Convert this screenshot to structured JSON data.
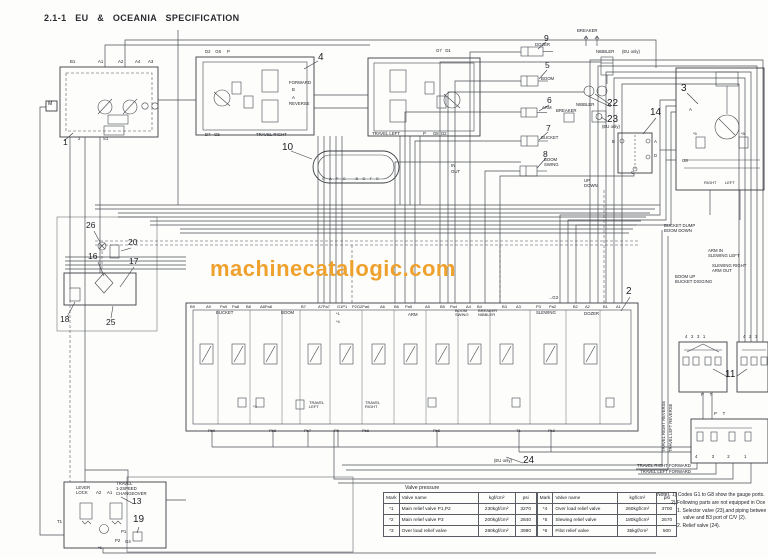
{
  "title": "2.1-1   EU   &   OCEANIA   SPECIFICATION",
  "watermark": "machinecatalogic.com",
  "colors": {
    "accent": "#efa12e",
    "line": "#4b4d54"
  },
  "pump": {
    "callout": "1",
    "motor": "M",
    "b1": "B1",
    "a1": "A1",
    "a2": "A2",
    "a4": "A4",
    "a3": "A3",
    "n2": "2",
    "s1": "S1"
  },
  "travel": {
    "callout": "4",
    "right_label": "TRAVEL RIGHT",
    "left_label": "TRAVEL LEFT",
    "tr_top": "D2    G6     P",
    "tr_bottom": "D7   G5",
    "tl_top": "G7   D1",
    "tl_bottom": "P      G8  D2",
    "forward": "FORWARD",
    "reverse": "REVERSE",
    "b": "B",
    "a": "A"
  },
  "swivel": {
    "callout": "10",
    "ports": "C A P G   B D T E"
  },
  "act": {
    "breaker1": "BREAKER",
    "nibbler1": "NIBBLER",
    "eu1": "(EU only)",
    "c9": "9",
    "dozer": "DOZER",
    "c5": "5",
    "boom": "BOOM",
    "c6": "6",
    "arm": "ARM",
    "breaker2": "BREAKER",
    "nibbler2": "NIBBLER",
    "c22": "22",
    "c23": "23",
    "eu2": "(EU only)",
    "c7": "7",
    "bucket": "BUCKET",
    "c8": "8",
    "boom_swing": "BOOM SWING",
    "up": "UP",
    "down": "DOWN",
    "inp": "IN",
    "outp": "OUT"
  },
  "slew": {
    "callout": "3",
    "a": "A",
    "g8": "G8",
    "right": "RIGHT",
    "left": "LEFT",
    "m5a": "*5",
    "m5b": "*5"
  },
  "sel": {
    "callout": "14",
    "b": "B",
    "a": "A",
    "d": "D",
    "c": "C"
  },
  "pilot": {
    "c26": "26",
    "c20": "20",
    "c16": "16",
    "c17": "17",
    "c18": "18",
    "c25": "25"
  },
  "cv": {
    "callout": "2",
    "g3": "→G3",
    "top": [
      "B9",
      "A9",
      "Pa9",
      "Pa8",
      "B8",
      "A8Pa8",
      "B7",
      "A7Pa7",
      "G1P1",
      "P2G2Pa6",
      "A6",
      "B6",
      "Pa5",
      "A5",
      "B5",
      "Pa4",
      "A4",
      "B4",
      "B3",
      "A3",
      "P3",
      "Pa2",
      "B2",
      "A2",
      "B1",
      "A1"
    ],
    "sec_bucket": "BUCKET",
    "sec_boom": "BOOM",
    "sec_arm": "ARM",
    "sec_bswing": "BOOM SWING",
    "sec_breaker": "BREAKER NIBBLER",
    "sec_slew": "SLEWING",
    "sec_dozer": "DOZER",
    "sec_tl": "TRAVEL LEFT",
    "sec_tr": "TRAVEL RIGHT",
    "bottom": [
      "Pb9",
      "Pb8",
      "Pb7",
      "P9",
      "Pb6",
      "Pb5",
      "T1",
      "Pb2"
    ],
    "m1": "*1",
    "m4": "*4",
    "m3": "*3"
  },
  "lever": {
    "c13": "13",
    "c19": "19",
    "lever1": "LEVER",
    "lever2": "LOCK",
    "a2": "A2",
    "a1": "A1",
    "ts1": "TRAVEL",
    "ts2": "1-2SPEED",
    "ts3": "CHANGEOVER",
    "t1": "T1",
    "p1": "P1",
    "p2": "P2",
    "g4": "G4",
    "m6": "*6"
  },
  "rcv": {
    "c11": "11",
    "l_ports": "4   2   3   1",
    "r_ports": "4   2   3",
    "pt": "P     T",
    "tpt": "P     T",
    "t_ports": "4            3           2            1",
    "vert1": "TRAVEL RIGHT REVERSE",
    "vert2": "TRAVEL LEFT REVERSE",
    "fw1": "TRAVEL RIGHT FORWARD",
    "fw2": "TRAVEL LEFT FORWARD",
    "eu": "(EU only)",
    "c24": "24"
  },
  "dir": {
    "r1a": "BUCKET DUMP",
    "r1b": "BOOM DOWN",
    "r2a": "ARM IN",
    "r2b": "SLEWING LEFT",
    "r3a": "SLEWING RIGHT",
    "r3b": "ARM OUT",
    "r4a": "BOOM UP",
    "r4b": "BUCKET DIGGING"
  },
  "table": {
    "title": "Valve pressure",
    "h_mark": "Mark",
    "h_name": "Valve name",
    "h_kgf": "kgf/cm²",
    "h_psi": "psi",
    "left": [
      [
        "*1",
        "Main relief valve P1,P2",
        "230kgf/cm²",
        "3270"
      ],
      [
        "*2",
        "Main relief valve P3",
        "200kgf/cm²",
        "2840"
      ],
      [
        "*3",
        "Over load relief valve",
        "280kgf/cm²",
        "3980"
      ]
    ],
    "right": [
      [
        "*4",
        "Over load relief valve",
        "260kgf/cm²",
        "3700"
      ],
      [
        "*5",
        "Slewing relief valve",
        "180kgf/cm²",
        "2570"
      ],
      [
        "*6",
        "Pilot relief valve",
        "35kgf/cm²",
        "500"
      ]
    ]
  },
  "notes": {
    "l1": "Note). 1) Codes G1 to G8 show the gauge ports.",
    "l2": "2) Following parts are not equipped in Oce",
    "l3": "1. Selector valve (23),and piping betwee",
    "l4": "valve and B3 port of C/V (2).",
    "l5": "2. Relief valve (24)."
  }
}
